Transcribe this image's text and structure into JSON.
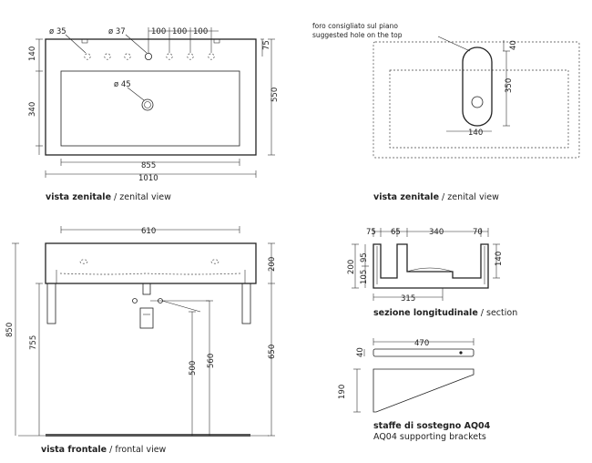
{
  "top_view_left": {
    "d_35": "ø 35",
    "d_37": "ø 37",
    "d_100a": "100",
    "d_100b": "100",
    "d_100c": "100",
    "d_75": "75",
    "d_140": "140",
    "d_340": "340",
    "d_550": "550",
    "d_45": "ø 45",
    "d_855": "855",
    "d_1010": "1010",
    "caption_it": "vista zenitale",
    "caption_sep": " / ",
    "caption_en": "zenital view"
  },
  "top_view_right": {
    "note_it": "foro consigliato sul piano",
    "note_en": "suggested hole on the top",
    "d_40": "40",
    "d_350": "350",
    "d_140": "140",
    "caption_it": "vista zenitale",
    "caption_sep": " / ",
    "caption_en": "zenital view"
  },
  "front_view": {
    "d_610": "610",
    "d_200": "200",
    "d_850": "850",
    "d_755": "755",
    "d_500": "500",
    "d_560": "560",
    "d_650": "650",
    "caption_it": "vista frontale",
    "caption_sep": " / ",
    "caption_en": "frontal view"
  },
  "section_view": {
    "d_75": "75",
    "d_65": "65",
    "d_340": "340",
    "d_70": "70",
    "d_95": "95",
    "d_200": "200",
    "d_105": "105",
    "d_140": "140",
    "d_315": "315",
    "caption_it": "sezione longitudinale",
    "caption_sep": " / ",
    "caption_en": "section"
  },
  "brackets": {
    "d_470": "470",
    "d_40": "40",
    "d_190": "190",
    "caption_it": "staffe di sostegno AQ04",
    "caption_en": "AQ04 supporting brackets"
  }
}
